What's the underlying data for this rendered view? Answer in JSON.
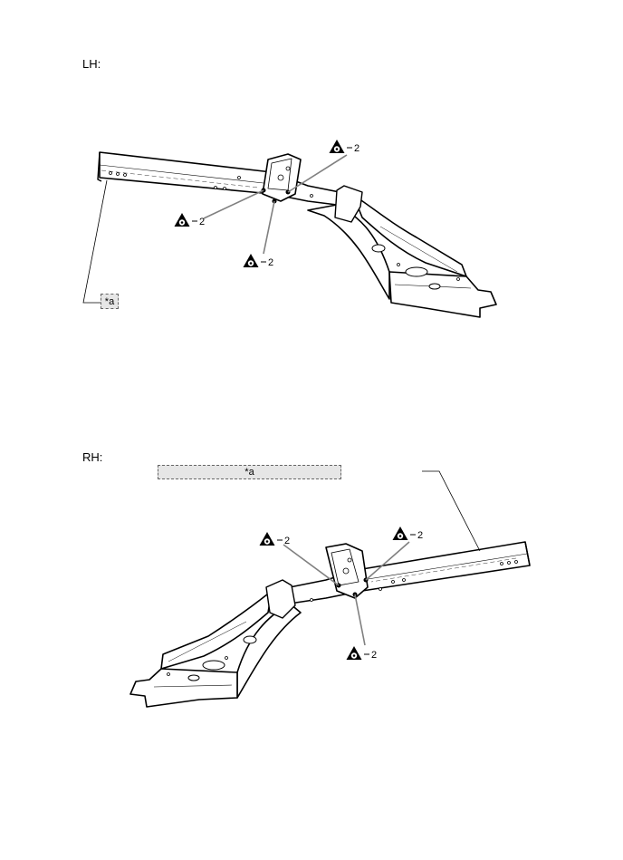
{
  "sections": {
    "lh": {
      "label": "LH:",
      "callout": "*a",
      "weld_count_label": "2"
    },
    "rh": {
      "label": "RH:",
      "callout": "*a",
      "weld_count_label": "2"
    }
  },
  "symbol": {
    "name": "spot-weld-symbol",
    "color": "#000000",
    "leader_color": "#808080"
  }
}
